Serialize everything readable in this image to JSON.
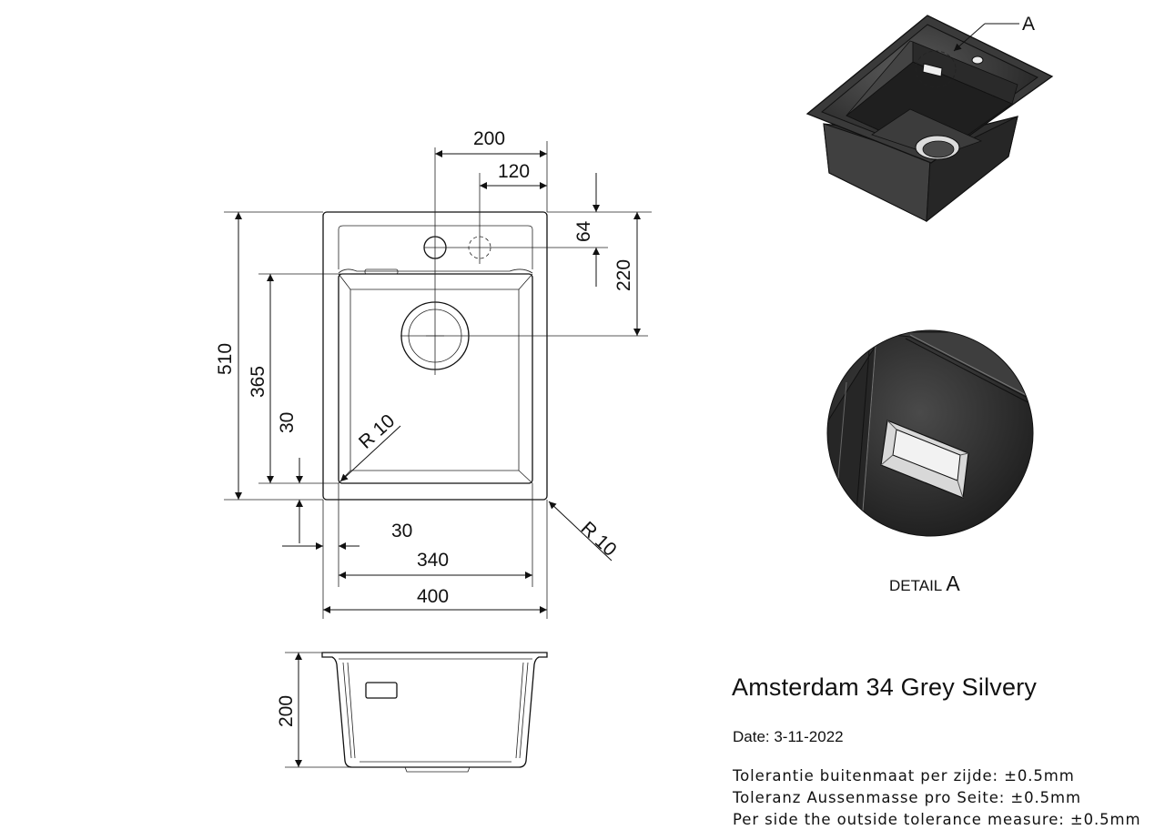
{
  "title": "Amsterdam 34 Grey Silvery",
  "date": "Date: 3-11-2022",
  "tolerances": [
    "Tolerantie buitenmaat per zijde: ±0.5mm",
    "Toleranz Aussenmasse pro Seite: ±0.5mm",
    "Per side the outside tolerance measure: ±0.5mm"
  ],
  "detail": {
    "label_prefix": "DETAIL",
    "label_letter": "A",
    "callout": "A"
  },
  "dimensions": {
    "d200_top": "200",
    "d120": "120",
    "d64": "64",
    "d220": "220",
    "d510": "510",
    "d365": "365",
    "d30_vert": "30",
    "r10_inner": "R 10",
    "r10_outer": "R 10",
    "d30_horiz": "30",
    "d340": "340",
    "d400": "400",
    "d200_depth": "200"
  }
}
